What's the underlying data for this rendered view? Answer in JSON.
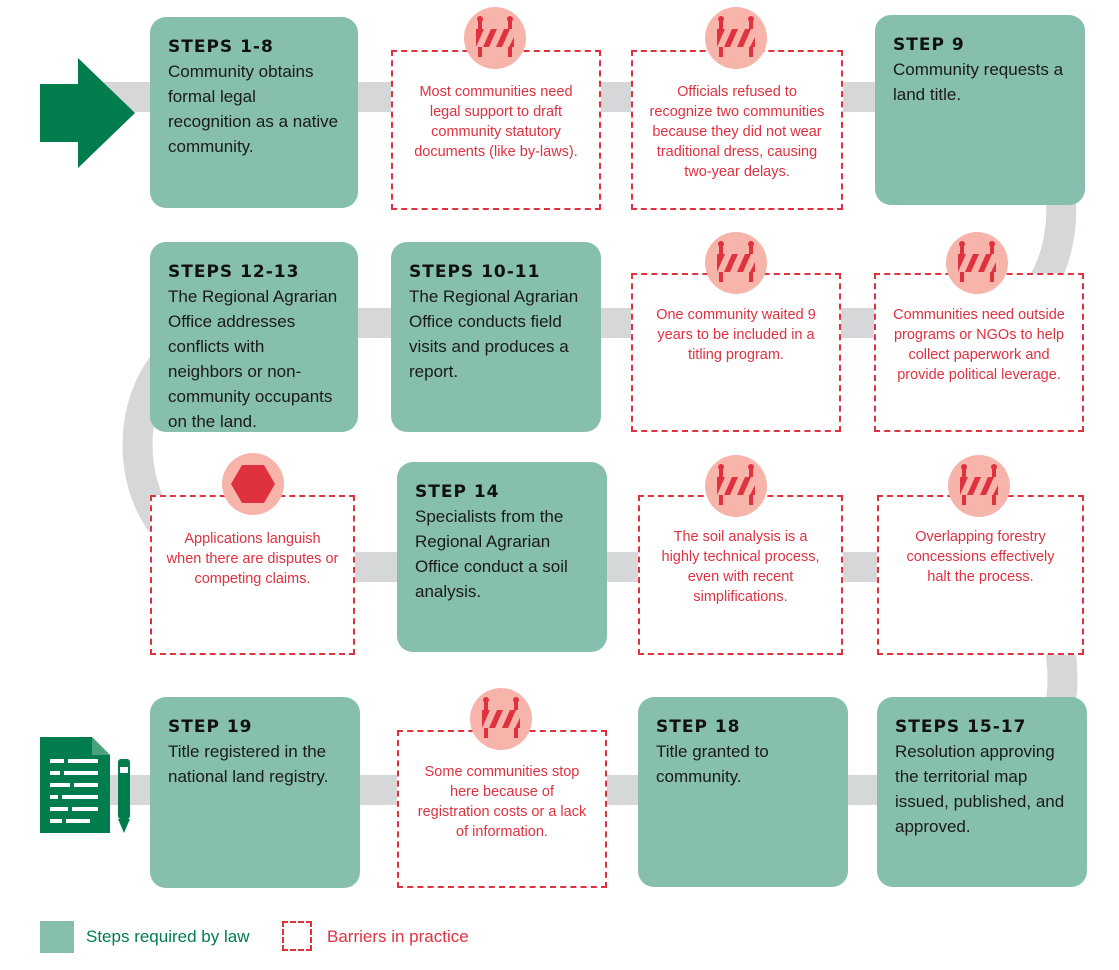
{
  "colors": {
    "step_fill": "#86bfad",
    "barrier_border": "#e0313f",
    "barrier_text": "#e0313f",
    "badge_circle": "#f7b4ab",
    "path_gray": "#d6d7d8",
    "arrow_green": "#007c4d"
  },
  "icons": {
    "start": "right-arrow-icon",
    "end": "document-pen-icon",
    "barrier": "roadblock-barrier-icon",
    "stop": "stop-hexagon-icon"
  },
  "steps": [
    {
      "title": "STEPS 1-8",
      "desc": "Community obtains formal legal recognition as a native community."
    },
    {
      "title": "STEP 9",
      "desc": "Community requests a land title."
    },
    {
      "title": "STEPS 12-13",
      "desc": "The Regional Agrarian Office addresses conflicts with neighbors or non-community occupants on the land."
    },
    {
      "title": "STEPS 10-11",
      "desc": "The Regional Agrarian Office conducts field visits and produces a report."
    },
    {
      "title": "STEP 14",
      "desc": "Specialists from the Regional Agrarian Office conduct a soil analysis."
    },
    {
      "title": "STEP 19",
      "desc": "Title registered in the national land registry."
    },
    {
      "title": "STEP 18",
      "desc": "Title granted to community."
    },
    {
      "title": "STEPS 15-17",
      "desc": "Resolution approving the territorial map issued, published, and approved."
    }
  ],
  "barriers": [
    {
      "text": "Most communities need legal support to draft community statutory documents (like by-laws)."
    },
    {
      "text": "Officials refused to recognize two communities because they did not wear traditional dress, causing two-year delays."
    },
    {
      "text": "One community waited 9 years to be included in a titling program."
    },
    {
      "text": "Communities need outside programs or NGOs to help collect paperwork and provide political leverage."
    },
    {
      "text": "Applications languish when there are disputes or competing claims."
    },
    {
      "text": "The soil analysis is a highly technical process, even with recent simplifications."
    },
    {
      "text": "Overlapping forestry concessions effectively halt the process."
    },
    {
      "text": "Some communities stop here because of registration costs or a lack of information."
    }
  ],
  "legend": {
    "law_label": "Steps required by law",
    "barrier_label": "Barriers in practice"
  }
}
